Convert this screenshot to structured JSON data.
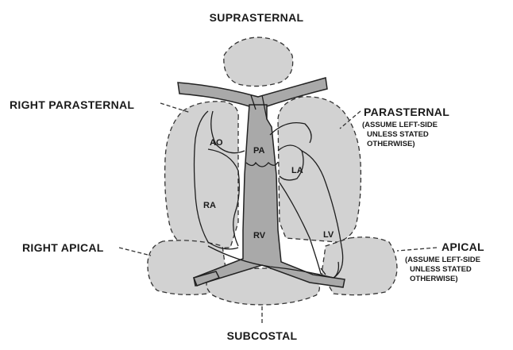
{
  "windows": {
    "suprasternal": {
      "label": "SUPRASTERNAL"
    },
    "right_parasternal": {
      "label": "RIGHT PARASTERNAL"
    },
    "parasternal": {
      "label": "PARASTERNAL",
      "note": [
        "(ASSUME LEFT-SIDE",
        "UNLESS STATED",
        "OTHERWISE)"
      ]
    },
    "right_apical": {
      "label": "RIGHT APICAL"
    },
    "apical": {
      "label": "APICAL",
      "note": [
        "(ASSUME LEFT-SIDE",
        "UNLESS STATED",
        "OTHERWISE)"
      ]
    },
    "subcostal": {
      "label": "SUBCOSTAL"
    }
  },
  "chambers": {
    "ao": "AO",
    "pa": "PA",
    "la": "LA",
    "ra": "RA",
    "rv": "RV",
    "lv": "LV"
  },
  "colors": {
    "window_fill": "#d2d2d2",
    "vessel_fill": "#a9a9a9",
    "outline": "#222222"
  }
}
